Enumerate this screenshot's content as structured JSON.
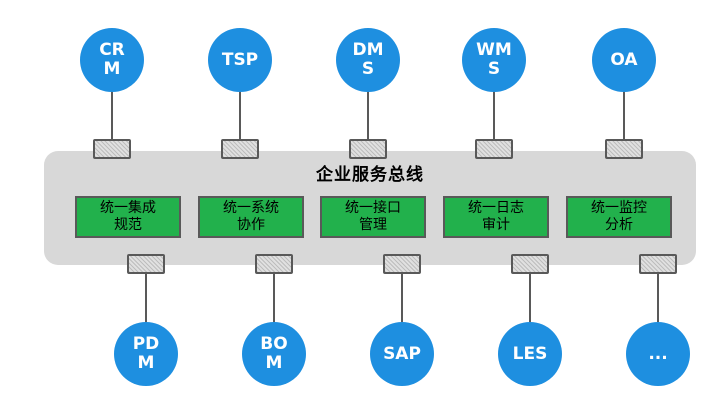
{
  "bus": {
    "title": "企业服务总线"
  },
  "functions": [
    {
      "label": "统一集成\n规范"
    },
    {
      "label": "统一系统\n协作"
    },
    {
      "label": "统一接口\n管理"
    },
    {
      "label": "统一日志\n审计"
    },
    {
      "label": "统一监控\n分析"
    }
  ],
  "top_systems": [
    {
      "label": "CR\nM"
    },
    {
      "label": "TSP"
    },
    {
      "label": "DM\nS"
    },
    {
      "label": "WM\nS"
    },
    {
      "label": "OA"
    }
  ],
  "bottom_systems": [
    {
      "label": "PD\nM"
    },
    {
      "label": "BO\nM"
    },
    {
      "label": "SAP"
    },
    {
      "label": "LES"
    },
    {
      "label": "..."
    }
  ],
  "colors": {
    "node": "#1e8fe0",
    "bus": "#d8d8d8",
    "function_box": "#22b14c",
    "line": "#595959"
  }
}
